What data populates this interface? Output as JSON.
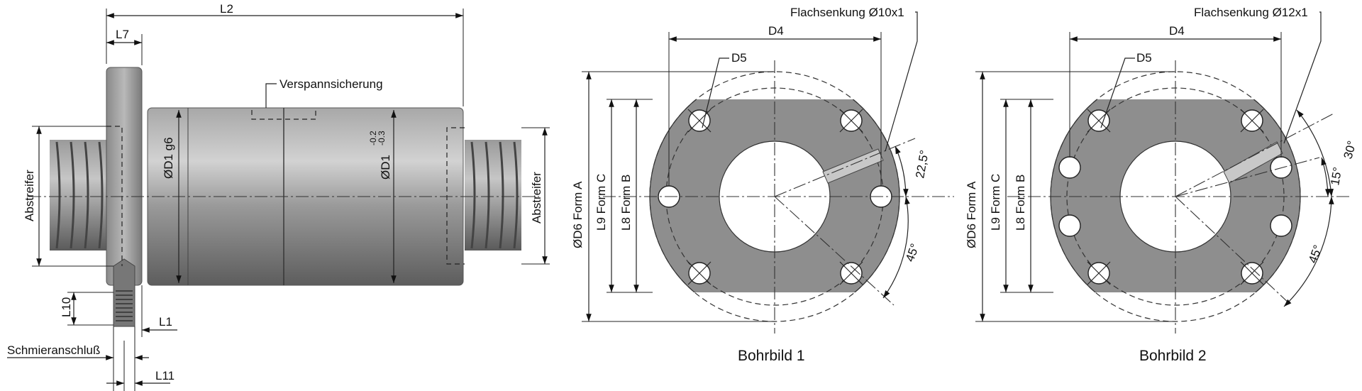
{
  "side_view": {
    "dims": {
      "l2": "L2",
      "l7": "L7",
      "d1_g6": "ØD1 g6",
      "d1_tol": "ØD1",
      "tol_upper": "-0.2",
      "tol_lower": "-0.3",
      "l10": "L10",
      "l1": "L1",
      "l11": "L11"
    },
    "labels": {
      "preload_lock": "Verspannsicherung",
      "wiper": "Abstreifer",
      "lube_connection": "Schmieranschluß"
    }
  },
  "hole_pattern_1": {
    "caption": "Bohrbild 1",
    "d4": "D4",
    "d5": "D5",
    "countersink": "Flachsenkung Ø10x1",
    "d6": "ØD6  Form A",
    "l9": "L9  Form C",
    "l8": "L8  Form B",
    "angle_a": "22,5°",
    "angle_b": "45°"
  },
  "hole_pattern_2": {
    "caption": "Bohrbild 2",
    "d4": "D4",
    "d5": "D5",
    "countersink": "Flachsenkung Ø12x1",
    "d6": "ØD6  Form A",
    "l9": "L9  Form C",
    "l8": "L8  Form B",
    "angle_a": "30°",
    "angle_b": "15°",
    "angle_c": "45°"
  }
}
